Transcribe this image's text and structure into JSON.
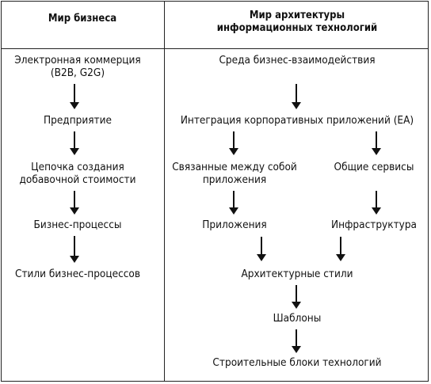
{
  "headers": {
    "left": "Мир бизнеса",
    "right_line1": "Мир архитектуры",
    "right_line2": "информационных технологий"
  },
  "left_column": {
    "ecommerce_line1": "Электронная коммерция",
    "ecommerce_line2": "(B2B, G2G)",
    "enterprise": "Предприятие",
    "value_chain_line1": "Цепочка создания",
    "value_chain_line2": "добавочной стоимости",
    "business_processes": "Бизнес-процессы",
    "process_styles": "Стили бизнес-процессов"
  },
  "right_column": {
    "environment": "Среда бизнес-взаимодействия",
    "eai": "Интеграция корпоративных приложений (EA)",
    "linked_apps_line1": "Связанные между собой",
    "linked_apps_line2": "приложения",
    "shared_services": "Общие сервисы",
    "applications": "Приложения",
    "infrastructure": "Инфраструктура",
    "arch_styles": "Архитектурные стили",
    "patterns": "Шаблоны",
    "building_blocks": "Строительные блоки технологий"
  }
}
